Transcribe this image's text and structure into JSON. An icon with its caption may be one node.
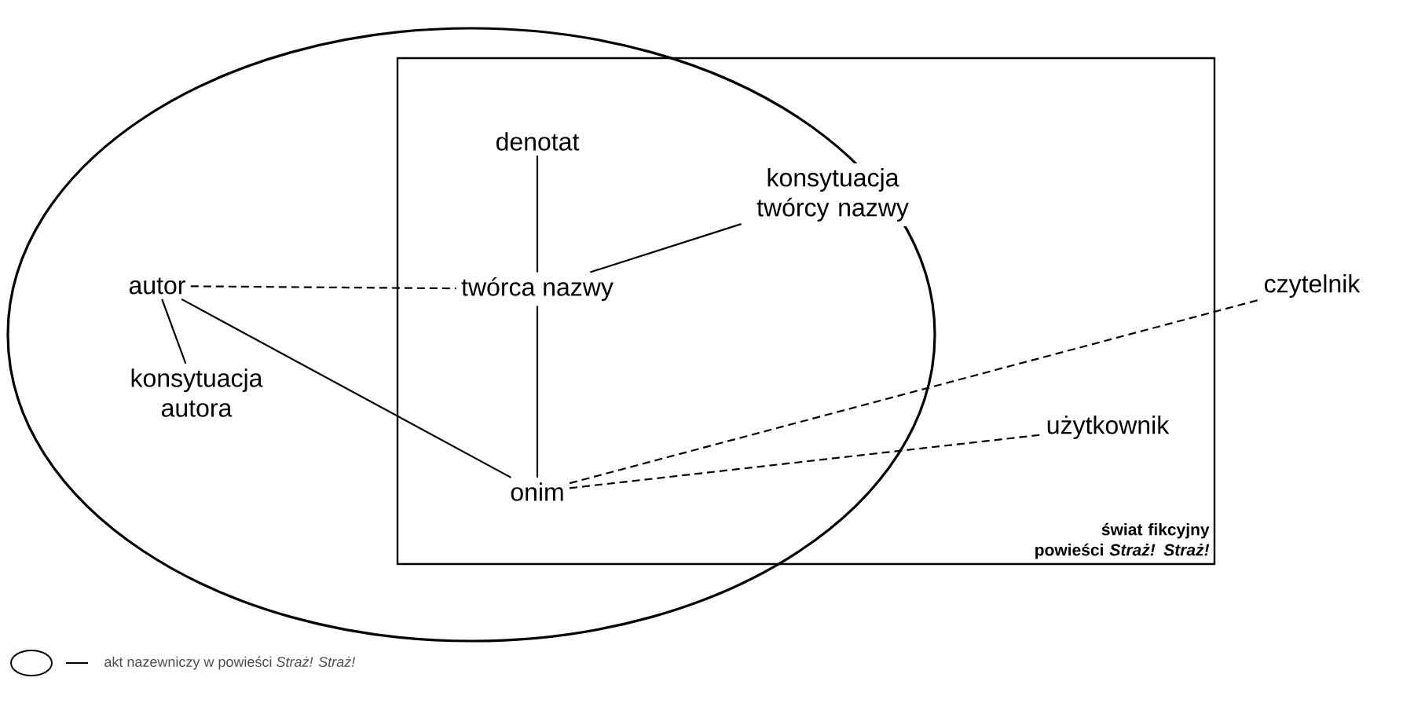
{
  "diagram": {
    "nodes": [
      {
        "text": [],
        "shape": "ellipse"
      },
      {
        "text": [
          "świat fikcyjny powieści *Straż! Straż!*"
        ]
      },
      {
        "text": [
          "denotat"
        ],
        "in": 0
      },
      {
        "text": [
          "konsytuacja twórcy nazwy"
        ],
        "in": 0
      },
      {
        "text": [
          "autor"
        ],
        "in": 0
      },
      {
        "text": [
          "twórca nazwy"
        ],
        "in": 0
      },
      {
        "text": [
          "czytelnik"
        ]
      },
      {
        "text": [
          "konsytuacja autora"
        ],
        "in": 0
      },
      {
        "text": [
          "użytkownik"
        ]
      },
      {
        "text": [
          "onim"
        ],
        "in": 0
      }
    ],
    "edges": [
      {
        "from": 2,
        "to": 5,
        "arrow": "none"
      },
      {
        "from": 5,
        "to": 3,
        "arrow": "none"
      },
      {
        "from": 4,
        "to": 5,
        "arrow": "none",
        "style": "dashed"
      },
      {
        "from": 4,
        "to": 7,
        "arrow": "none"
      },
      {
        "from": 4,
        "to": 9,
        "arrow": "none"
      },
      {
        "from": 5,
        "to": 9,
        "arrow": "none"
      },
      {
        "from": 9,
        "to": 6,
        "arrow": "none",
        "style": "dashed"
      },
      {
        "from": 9,
        "to": 8,
        "arrow": "none",
        "style": "dashed"
      }
    ],
    "legend": [
      {
        "text": "akt nazewniczy w powieści *Straż! Straż!*"
      }
    ]
  }
}
